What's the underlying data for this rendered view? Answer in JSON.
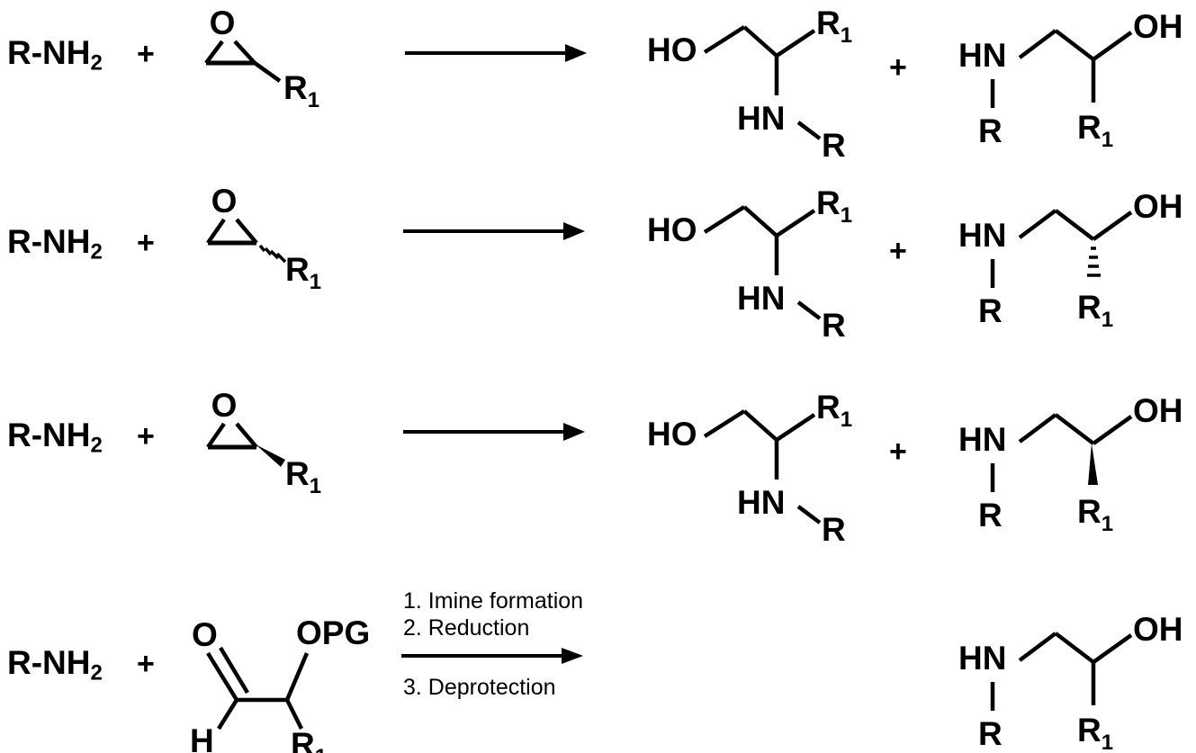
{
  "scheme": {
    "title": "Amine ring-opening of epoxides and reductive amination route to amino alcohols",
    "background_color": "#ffffff",
    "line_color": "#000000",
    "labels": {
      "amine": "R-NH",
      "amine_sub": "2",
      "plus": "+",
      "oxygen": "O",
      "hydroxyl": "HO",
      "hydroxyl_right": "OH",
      "amine_nh": "HN",
      "r_group": "R",
      "r1_group": "R",
      "r1_sub": "1",
      "opg": "OPG",
      "hydrogen": "H"
    },
    "rows": [
      {
        "id": "row-1",
        "reactant_amine": "R-NH2",
        "reactant_epoxide": "epoxide with plain bond to R1",
        "stereochemistry": "none",
        "arrow": "plain-reaction-arrow",
        "conditions": [],
        "products": [
          "1-amino-2-hydroxy regioisomer (HO-CH2-CH(R1)-NH-R)",
          "2-amino-1-hydroxy regioisomer (HN(R)-CH2-CH(OH)-R1)"
        ]
      },
      {
        "id": "row-2",
        "reactant_amine": "R-NH2",
        "reactant_epoxide": "epoxide with hashed wedge bond to R1",
        "stereochemistry": "hashed",
        "arrow": "plain-reaction-arrow",
        "conditions": [],
        "products": [
          "HO-CH2-CH(R1)-NH-R",
          "HN(R)-CH2-CH(OH)-R1 with hashed bond to R1"
        ]
      },
      {
        "id": "row-3",
        "reactant_amine": "R-NH2",
        "reactant_epoxide": "epoxide with bold wedge bond to R1",
        "stereochemistry": "wedge",
        "arrow": "plain-reaction-arrow",
        "conditions": [],
        "products": [
          "HO-CH2-CH(R1)-NH-R",
          "HN(R)-CH2-CH(OH)-R1 with bold wedge bond to R1"
        ]
      },
      {
        "id": "row-4",
        "reactant_amine": "R-NH2",
        "reactant_aldehyde": "protected alpha-hydroxy aldehyde (O=CH-CH(OPG)-R1)",
        "stereochemistry": "none",
        "arrow": "reaction-arrow-with-conditions",
        "conditions": [
          "1. Imine formation",
          "2. Reduction",
          "3. Deprotection"
        ],
        "conditions_above": [
          "1. Imine formation",
          "2. Reduction"
        ],
        "conditions_below": [
          "3. Deprotection"
        ],
        "products": [
          "HN(R)-CH2-CH(OH)-R1"
        ]
      }
    ]
  }
}
